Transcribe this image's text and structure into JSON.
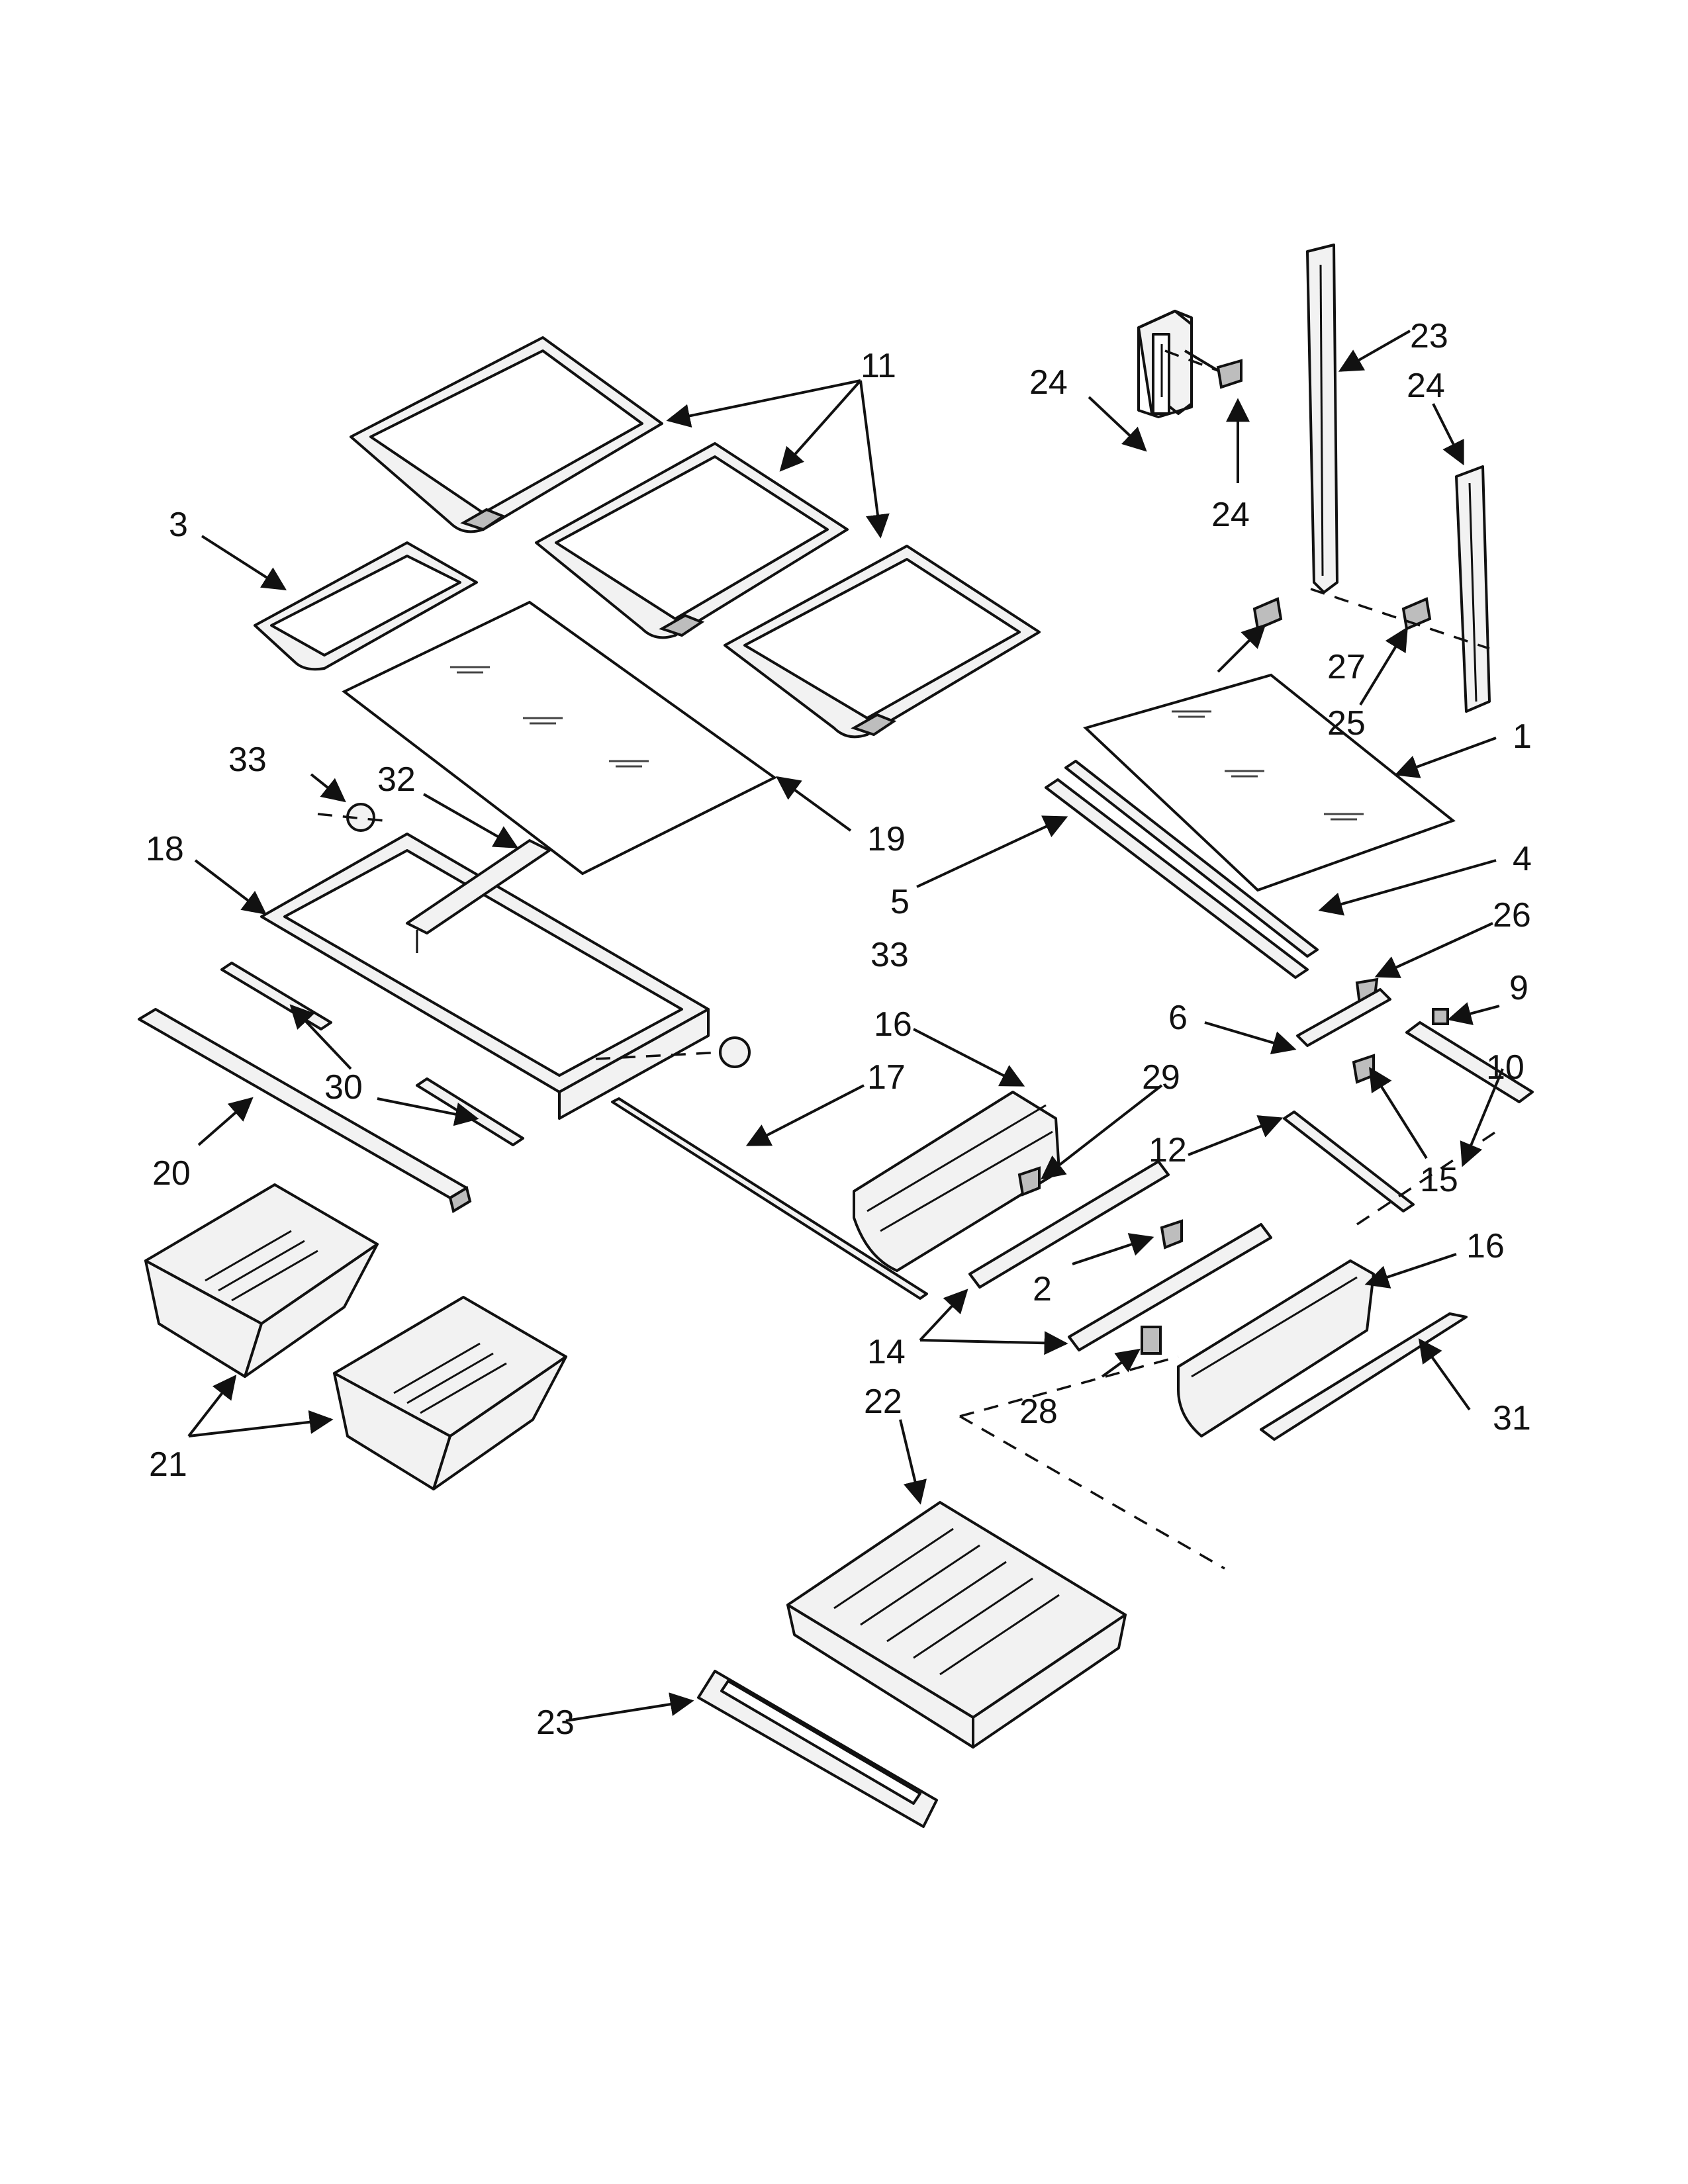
{
  "callouts": [
    {
      "id": "c1",
      "label": "1"
    },
    {
      "id": "c2",
      "label": "2"
    },
    {
      "id": "c3",
      "label": "3"
    },
    {
      "id": "c4",
      "label": "4"
    },
    {
      "id": "c5",
      "label": "5"
    },
    {
      "id": "c6",
      "label": "6"
    },
    {
      "id": "c9",
      "label": "9"
    },
    {
      "id": "c10",
      "label": "10"
    },
    {
      "id": "c11",
      "label": "11"
    },
    {
      "id": "c12",
      "label": "12"
    },
    {
      "id": "c14",
      "label": "14"
    },
    {
      "id": "c15",
      "label": "15"
    },
    {
      "id": "c16a",
      "label": "16"
    },
    {
      "id": "c16b",
      "label": "16"
    },
    {
      "id": "c17",
      "label": "17"
    },
    {
      "id": "c18",
      "label": "18"
    },
    {
      "id": "c19",
      "label": "19"
    },
    {
      "id": "c20",
      "label": "20"
    },
    {
      "id": "c21",
      "label": "21"
    },
    {
      "id": "c22",
      "label": "22"
    },
    {
      "id": "c23a",
      "label": "23"
    },
    {
      "id": "c23b",
      "label": "23"
    },
    {
      "id": "c24a",
      "label": "24"
    },
    {
      "id": "c24b",
      "label": "24"
    },
    {
      "id": "c24c",
      "label": "24"
    },
    {
      "id": "c25",
      "label": "25"
    },
    {
      "id": "c26",
      "label": "26"
    },
    {
      "id": "c27",
      "label": "27"
    },
    {
      "id": "c28",
      "label": "28"
    },
    {
      "id": "c29",
      "label": "29"
    },
    {
      "id": "c30",
      "label": "30"
    },
    {
      "id": "c31",
      "label": "31"
    },
    {
      "id": "c32",
      "label": "32"
    },
    {
      "id": "c33a",
      "label": "33"
    },
    {
      "id": "c33b",
      "label": "33"
    }
  ]
}
